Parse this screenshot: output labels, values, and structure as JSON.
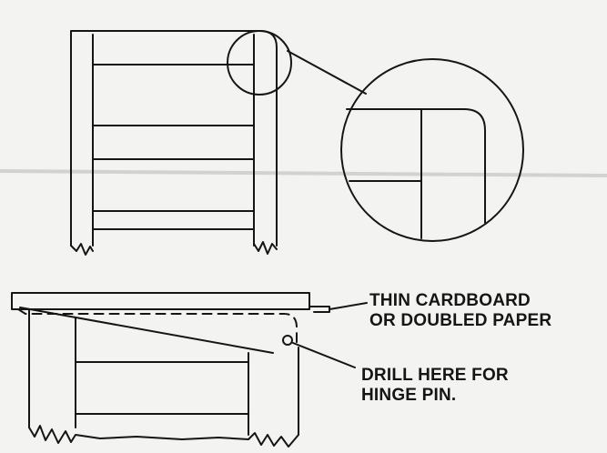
{
  "labels": {
    "cardboard_line1": "THIN CARDBOARD",
    "cardboard_line2": "OR DOUBLED PAPER",
    "drill_line1": "DRILL HERE FOR",
    "drill_line2": "HINGE PIN."
  },
  "colors": {
    "paper": "#f3f3f1",
    "ink": "#151515"
  }
}
